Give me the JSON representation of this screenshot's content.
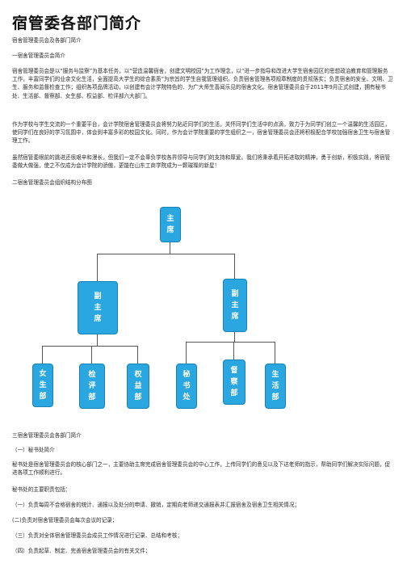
{
  "title": "宿管委各部门简介",
  "paragraphs": [
    "宿舍管理委员会及各部门简介",
    "一宿舍管理委员会简介",
    "宿舍管理委员会是以“服务与监察”为基本任务，以“营造温馨宿舍，创建文明校园”为工作理念，以“进一步指导和改进大学生宿舍园区的思想政治教育和管理服务工作，丰富同学们的业余文化生活，全面提高大学生的综合素质”为宗旨的学生自我管理组织。负责宿舍管理各项规章制度的贯彻落实；负责宿舍的安全、文明、卫生、服务和监督检查工作；组织各项品牌活动，以创建有会计学院特色的、为广大师生喜闻乐见的宿舍文化。宿舍管理委员会于2011年9月正式创建，拥有秘书处、生活部、督察部、女生部、权益部、检评部六大部门。",
    "作为学校与学生交流的一个重要平台，会计学院宿舍管理委员会将努力贴近同学们的生活，关怀同学们生活中的点滴，致力于为同学们创立一个温馨的生活园区，使同学们在良好的学习氛围中，体会到丰富多彩的校园文化。同时，作为会计学院重要的学生组织之一，宿舍管理委员会还将积极配合学校加强宿舍卫生与宿舍管理工作。",
    "虽然宿管委眼前的跳进还很艰辛和漫长，但我们一定不会辜负学校各界领导与同学们的支持和厚爱。我们将秉承着开拓进取的精神，勇于创新，积极实践，将宿管委做大做强，使之不仅成为会计学院的骄傲，更能在山东工商学院成为一颗璀璨的新星！",
    "二宿舍管理委员会组织结构分布图"
  ],
  "org_chart": {
    "root": "主席",
    "vice_left": "副主席",
    "vice_right": "副主席",
    "departments_left": [
      "女生部",
      "检评部",
      "权益部"
    ],
    "departments_right": [
      "秘书处",
      "督察部",
      "生活部"
    ]
  },
  "section3": [
    "三宿舍管理委员会各部门简介",
    "（一）秘书处简介",
    "秘书处是宿舍管理委员会的核心部门之一，主要协助主席完成宿舍管理委员会的中心工作，上传同学们的意见以及下达老师的指示，帮助同学们解决实际问题，促进各项工作顺利进行。",
    "秘书处的主要职责包括：",
    "（一）负责每周不合格宿舍的统计、通报以及处分的申请、撤销，定期向老师递交通报表并汇报宿舍及宿舍卫生相关情况；",
    "(二)负责对宿舍管理委员会每次会议的记录；",
    "（三）负责对全体宿舍管理委员会成员工作情况进行记录、总结和考核；",
    "（四）负责起草、制定、完善宿舍管理委员会的有关文件；"
  ]
}
